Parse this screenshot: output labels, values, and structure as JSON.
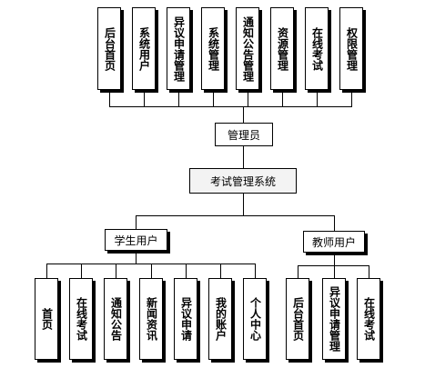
{
  "admin": {
    "modules": [
      "后台首页",
      "系统用户",
      "异议申请管理",
      "系统管理",
      "通知公告管理",
      "资源管理",
      "在线考试",
      "权限管理"
    ],
    "label": "管理员"
  },
  "system": {
    "label": "考试管理系统"
  },
  "student": {
    "label": "学生用户",
    "modules": [
      "首页",
      "在线考试",
      "通知公告",
      "新闻资讯",
      "异议申请",
      "我的账户",
      "个人中心"
    ]
  },
  "teacher": {
    "label": "教师用户",
    "modules": [
      "后台首页",
      "异议申请管理",
      "在线考试"
    ]
  }
}
